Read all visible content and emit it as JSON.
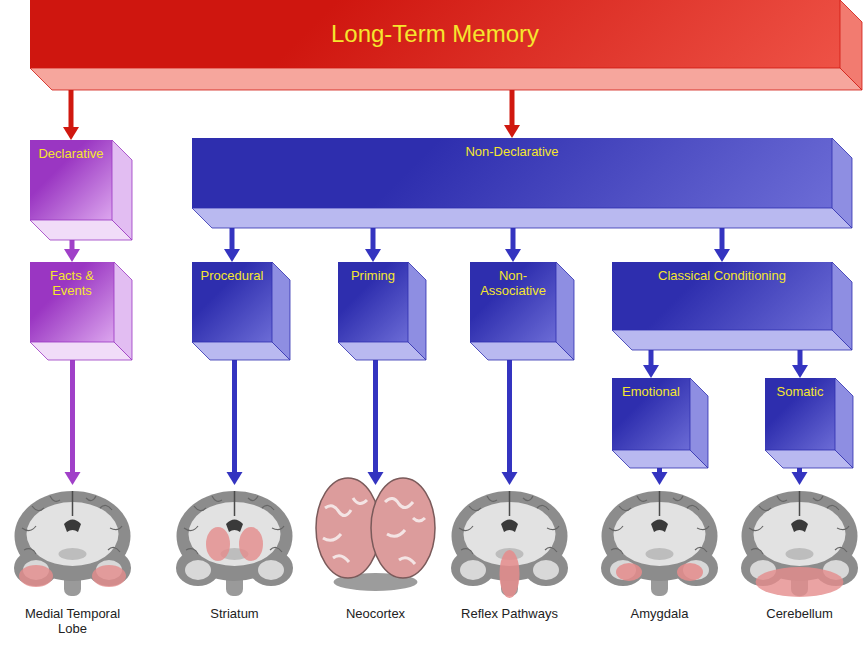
{
  "diagram": {
    "nodes": [
      {
        "text": [
          "Long-Term Memory"
        ]
      },
      {
        "text": [
          "Declarative"
        ]
      },
      {
        "text": [
          "Non-Declarative"
        ]
      },
      {
        "text": [
          "Facts & Events"
        ]
      },
      {
        "text": [
          "Procedural"
        ]
      },
      {
        "text": [
          "Priming"
        ]
      },
      {
        "text": [
          "Non-Associative"
        ]
      },
      {
        "text": [
          "Classical Conditioning"
        ]
      },
      {
        "text": [
          "Emotional"
        ]
      },
      {
        "text": [
          "Somatic"
        ]
      },
      {
        "text": [
          "Medial Temporal Lobe"
        ]
      },
      {
        "text": [
          "Striatum"
        ]
      },
      {
        "text": [
          "Neocortex"
        ]
      },
      {
        "text": [
          "Reflex Pathways"
        ]
      },
      {
        "text": [
          "Amygdala"
        ]
      },
      {
        "text": [
          "Cerebellum"
        ]
      }
    ],
    "edges": [
      {
        "from": 0,
        "to": 1,
        "arrow": "to"
      },
      {
        "from": 0,
        "to": 2,
        "arrow": "to"
      },
      {
        "from": 1,
        "to": 3,
        "arrow": "to"
      },
      {
        "from": 2,
        "to": 4,
        "arrow": "to"
      },
      {
        "from": 2,
        "to": 5,
        "arrow": "to"
      },
      {
        "from": 2,
        "to": 6,
        "arrow": "to"
      },
      {
        "from": 2,
        "to": 7,
        "arrow": "to"
      },
      {
        "from": 7,
        "to": 8,
        "arrow": "to"
      },
      {
        "from": 7,
        "to": 9,
        "arrow": "to"
      },
      {
        "from": 3,
        "to": 10,
        "arrow": "to"
      },
      {
        "from": 4,
        "to": 11,
        "arrow": "to"
      },
      {
        "from": 5,
        "to": 12,
        "arrow": "to"
      },
      {
        "from": 6,
        "to": 13,
        "arrow": "to"
      },
      {
        "from": 8,
        "to": 14,
        "arrow": "to"
      },
      {
        "from": 9,
        "to": 15,
        "arrow": "to"
      }
    ]
  }
}
